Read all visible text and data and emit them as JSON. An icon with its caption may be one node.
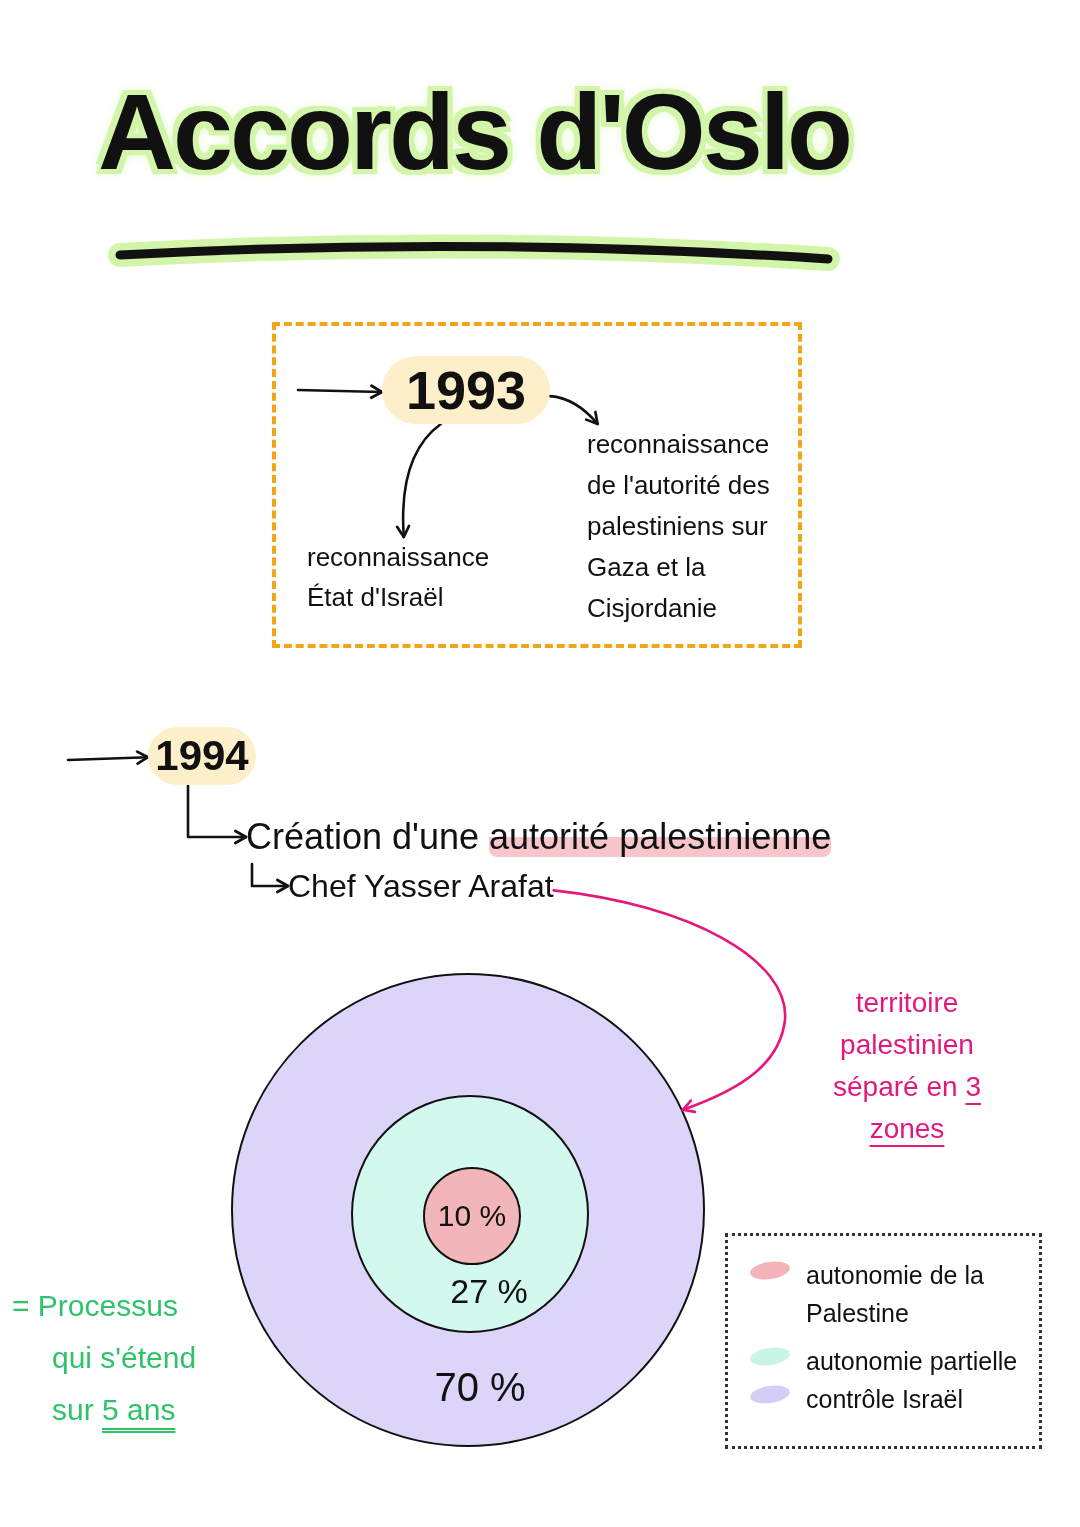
{
  "diagram": {
    "title": "Accords d'Oslo",
    "nodes": [
      {
        "text": [],
        "shape": "box"
      },
      {
        "text": [
          "1993"
        ],
        "in": 0
      },
      {
        "text": [
          "reconnaissance État d'Israël"
        ],
        "in": 0
      },
      {
        "text": [
          "reconnaissance de l'autorité des palestiniens sur Gaza et la Cisjordanie"
        ],
        "in": 0
      },
      {
        "text": [
          "1994"
        ]
      },
      {
        "text": [
          "Création d'une autorité palestinienne"
        ]
      },
      {
        "text": [
          "Chef Yasser Arafat"
        ]
      },
      {
        "text": [
          "70 %"
        ]
      },
      {
        "text": [
          "27 %"
        ],
        "in": 7
      },
      {
        "text": [
          "10 %"
        ],
        "in": 8
      }
    ],
    "edges": [
      {
        "from": null,
        "to": 1,
        "arrow": "to"
      },
      {
        "from": 1,
        "to": 2,
        "arrow": "to"
      },
      {
        "from": 1,
        "to": 3,
        "arrow": "to"
      },
      {
        "from": null,
        "to": 4,
        "arrow": "to"
      },
      {
        "from": 4,
        "to": 5,
        "arrow": "to"
      },
      {
        "from": 5,
        "to": 6,
        "arrow": "to"
      },
      {
        "from": 6,
        "to": 7,
        "arrow": "to",
        "label": "territoire palestinien séparé en 3 zones",
        "color": "#e3187c"
      }
    ],
    "labels": [
      "= Processus qui s'étend sur 5 ans"
    ],
    "legend": [
      {
        "text": "autonomie de la Palestine",
        "color": "#f4b4b9"
      },
      {
        "text": "autonomie partielle",
        "color": "#c8f5e6"
      },
      {
        "text": "contrôle Israël",
        "color": "#d6cdf7"
      }
    ]
  }
}
